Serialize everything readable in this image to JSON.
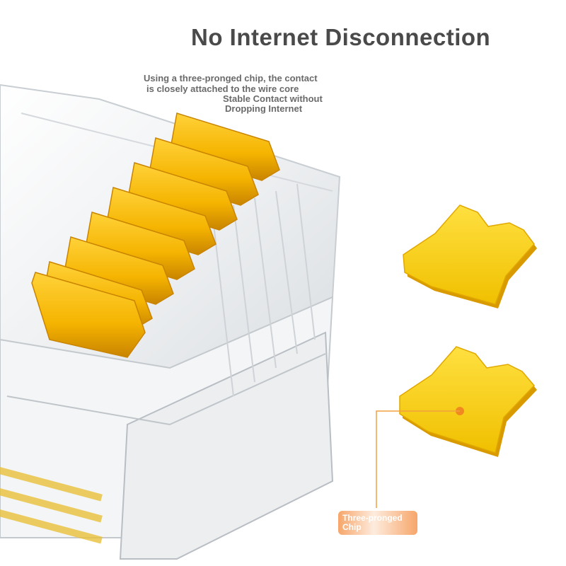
{
  "headline": "No Internet Disconnection",
  "description": {
    "line1": "Using a three-pronged chip, the contact",
    "line2": "is closely attached to the wire core",
    "line3": "Stable Contact without",
    "line4": "Dropping Internet"
  },
  "callout": {
    "line1": "Three-pronged",
    "line2": "Chip"
  },
  "colors": {
    "contact_gold": "#f5b800",
    "contact_dark": "#d98e00",
    "chip_yellow": "#f7d31e",
    "callout_line": "#f0a040",
    "headline_text": "#4a4a4a"
  }
}
